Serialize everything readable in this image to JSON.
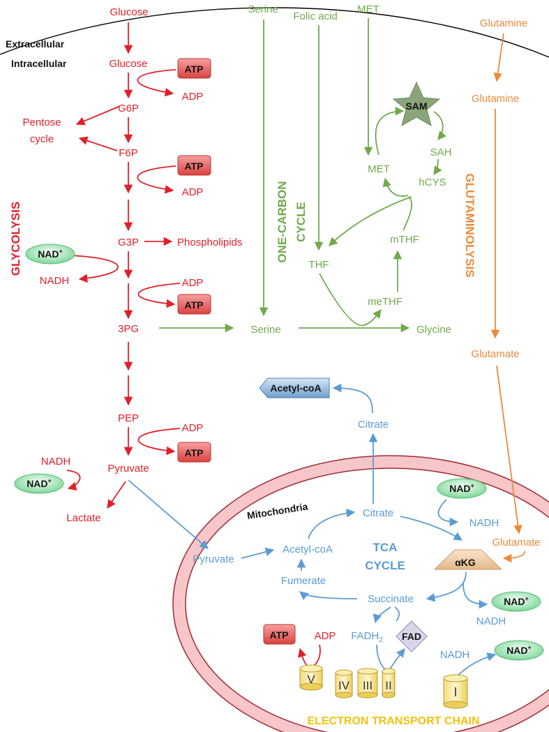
{
  "membrane": {
    "extracellular": "Extracellular",
    "intracellular": "Intracellular",
    "mitochondria": "Mitochondria"
  },
  "glycolysis": {
    "title": "GLYCOLYSIS",
    "glucose_out": "Glucose",
    "glucose_in": "Glucose",
    "g6p": "G6P",
    "f6p": "F6P",
    "g3p": "G3P",
    "pg3": "3PG",
    "pep": "PEP",
    "pyruvate": "Pyruvate",
    "lactate": "Lactate",
    "pentose_line1": "Pentose",
    "pentose_line2": "cycle",
    "phospholipids": "Phospholipids",
    "atp": "ATP",
    "adp": "ADP",
    "nadh": "NADH",
    "nad": "NAD",
    "nad_sup": "+"
  },
  "one_carbon": {
    "title_line1": "ONE-CARBON",
    "title_line2": "CYCLE",
    "serine_out": "Serine",
    "folic_acid": "Folic acid",
    "met_out": "MET",
    "sam": "SAM",
    "sah": "SAH",
    "hcys": "hCYS",
    "met": "MET",
    "mthf": "mTHF",
    "thf": "THF",
    "methf": "meTHF",
    "serine_in": "Serine",
    "glycine": "Glycine"
  },
  "glutaminolysis": {
    "title": "GLUTAMINOLYSIS",
    "glutamine_out": "Glutamine",
    "glutamine_in": "Glutamine",
    "glutamate": "Glutamate",
    "glutamate_mito": "Glutamate",
    "akg": "αKG"
  },
  "tca": {
    "title_line1": "TCA",
    "title_line2": "CYCLE",
    "acetyl_coa_out": "Acetyl-coA",
    "citrate_out": "Citrate",
    "citrate": "Citrate",
    "pyruvate": "Pyruvate",
    "acetyl_coa": "Acetyl-coA",
    "fumerate": "Fumerate",
    "succinate": "Succinate",
    "nadh": "NADH",
    "nad": "NAD",
    "nad_sup": "+",
    "fadh": "FADH",
    "fadh_sub": "2",
    "fad": "FAD",
    "atp": "ATP",
    "adp": "ADP"
  },
  "etc": {
    "title": "ELECTRON TRANSPORT CHAIN",
    "complex_v": "V",
    "complex_iv": "IV",
    "complex_iii": "III",
    "complex_ii": "II",
    "complex_i": "I"
  },
  "colors": {
    "glycolysis": "#e0202a",
    "one_carbon": "#6fa94c",
    "glutaminolysis": "#e98a3c",
    "tca": "#5b9bd1",
    "etc_label": "#f4c20d"
  }
}
